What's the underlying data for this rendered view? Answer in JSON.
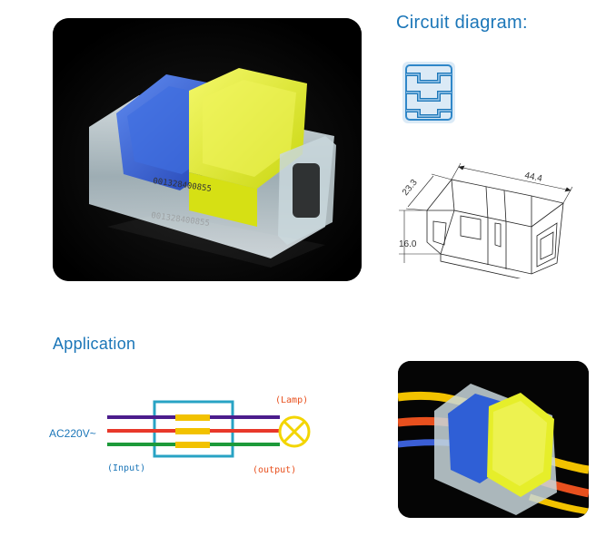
{
  "headings": {
    "circuit": "Circuit diagram:",
    "application": "Application"
  },
  "dimensions": {
    "width": "44.4",
    "depth": "23.3",
    "height": "16.0"
  },
  "application": {
    "source_label": "AC220V~",
    "input_label": "(Input)",
    "lamp_label": "(Lamp)",
    "output_label": "(output)"
  },
  "product_photo": {
    "code_line_1": "001328400855",
    "code_line_2": "001328400855"
  },
  "colors": {
    "accent": "#1b76b8",
    "connector_yellow": "#e6ee2a",
    "connector_blue": "#2f5fd6",
    "wire_purple": "#4b1c8c",
    "wire_red": "#e8382a",
    "wire_green": "#1d9a3a",
    "wire_yellow": "#f2c200",
    "frame_cyan": "#28a3c4",
    "lamp_yellow": "#f3d500",
    "output_orange": "#e8501e"
  }
}
